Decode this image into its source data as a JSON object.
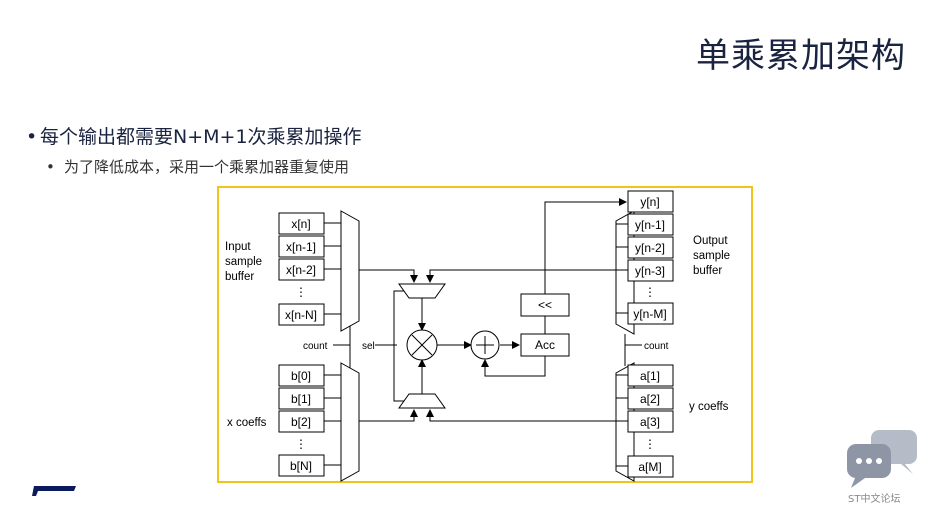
{
  "slide": {
    "title": "单乘累加架构",
    "bullet1": "每个输出都需要N+M+1次乘累加操作",
    "bullet2": "为了降低成本，采用一个乘累加器重复使用"
  },
  "diagram": {
    "input_buffer": [
      "x[n]",
      "x[n-1]",
      "x[n-2]",
      "x[n-N]"
    ],
    "input_label": [
      "Input",
      "sample",
      "buffer"
    ],
    "output_buffer": [
      "y[n]",
      "y[n-1]",
      "y[n-2]",
      "y[n-3]",
      "y[n-M]"
    ],
    "output_label": [
      "Output",
      "sample",
      "buffer"
    ],
    "x_coeffs": [
      "b[0]",
      "b[1]",
      "b[2]",
      "b[N]"
    ],
    "x_coeffs_label": "x coeffs",
    "y_coeffs": [
      "a[1]",
      "a[2]",
      "a[3]",
      "a[M]"
    ],
    "y_coeffs_label": "y coeffs",
    "count_left": "count",
    "count_right": "count",
    "sel": "sel",
    "shift": "<<",
    "acc": "Acc",
    "ellipsis": "⋮"
  },
  "watermark": "ST中文论坛",
  "colors": {
    "frame": "#f0c419",
    "text": "#1a2340"
  }
}
